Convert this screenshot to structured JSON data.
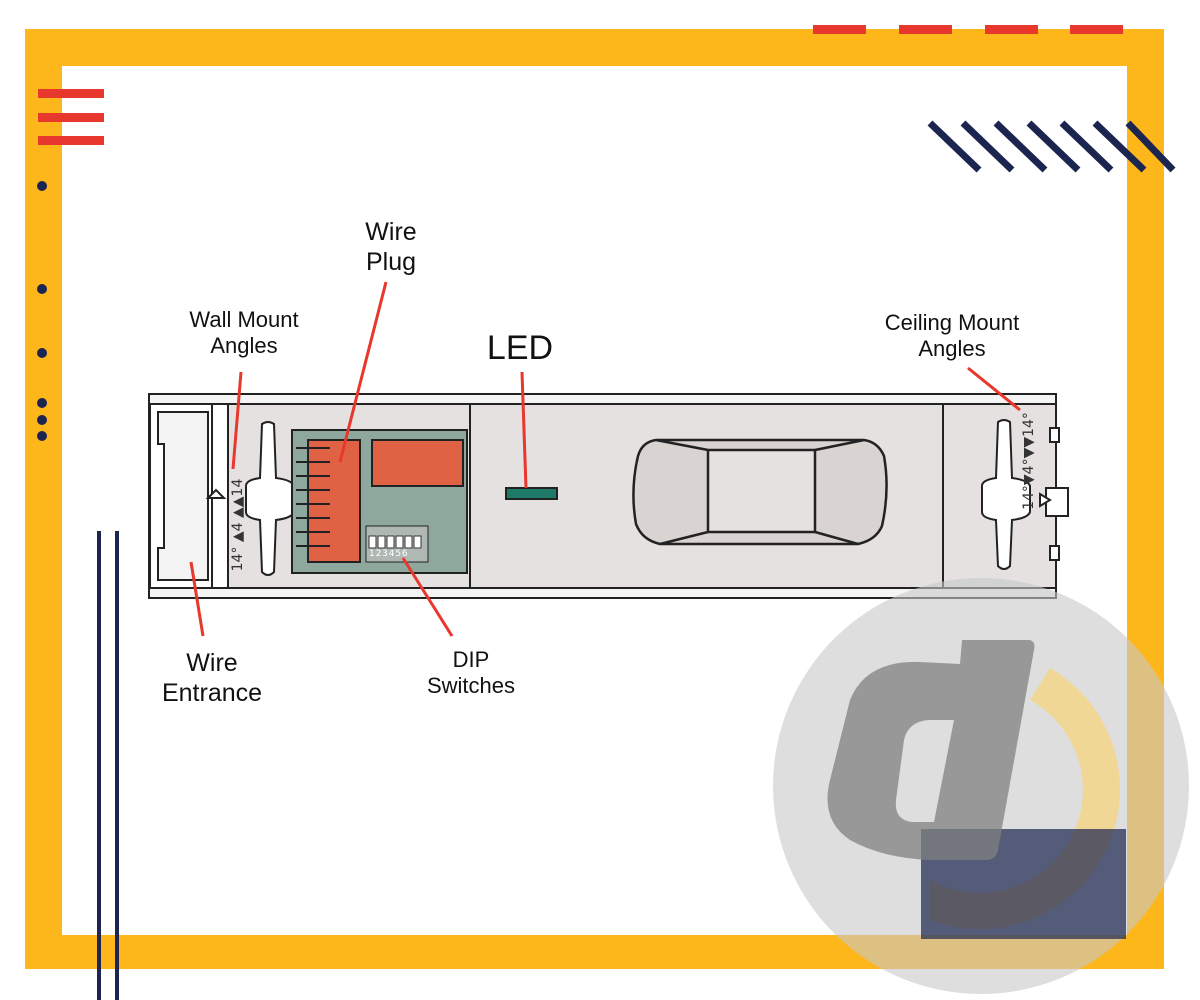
{
  "labels": {
    "wire_plug": [
      "Wire",
      "Plug"
    ],
    "wall_mount": [
      "Wall Mount",
      "Angles"
    ],
    "led": "LED",
    "ceiling_mount": [
      "Ceiling Mount",
      "Angles"
    ],
    "wire_entrance": [
      "Wire",
      "Entrance"
    ],
    "dip_switches": [
      "DIP",
      "Switches"
    ]
  },
  "left_angle_ticks": "14° ▲4 ▲▲14",
  "right_angle_ticks": "14°▼4°▼▼14°",
  "dip_numbers": "1 2 3 4 5 6",
  "colors": {
    "frame": "#FDB71A",
    "accent_red": "#E8372C",
    "navy": "#1B2550",
    "board": "#8FA89E",
    "component": "#E06245",
    "led": "#1E7A66",
    "housing": "#E4E1E0"
  }
}
